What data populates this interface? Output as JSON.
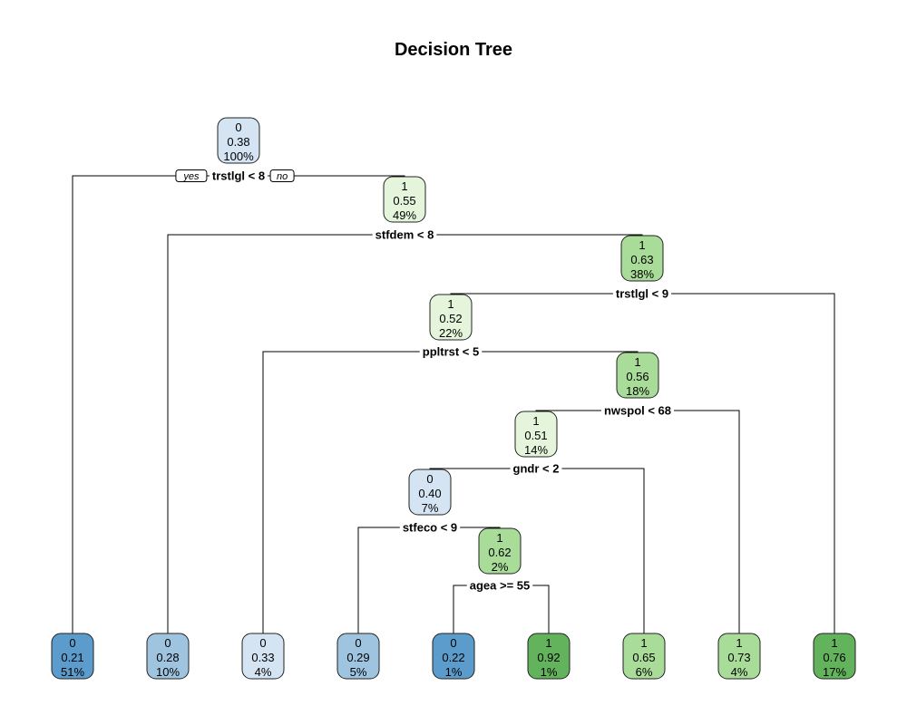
{
  "title": "Decision Tree",
  "branch_labels": {
    "yes": "yes",
    "no": "no"
  },
  "colors": {
    "class0_light": "#d4e4f3",
    "class0_mid": "#9ec4e0",
    "class0_dark": "#5c9ccc",
    "class1_light": "#e4f5dc",
    "class1_mid": "#a8dc98",
    "class1_dark": "#62b35c"
  },
  "nodes": [
    {
      "id": "root",
      "lines": [
        "0",
        "0.38",
        "100%"
      ],
      "fill": "class0_light",
      "split": "trstlgl < 8"
    },
    {
      "id": "n2",
      "lines": [
        "1",
        "0.55",
        "49%"
      ],
      "fill": "class1_light",
      "split": "stfdem < 8"
    },
    {
      "id": "n3",
      "lines": [
        "1",
        "0.63",
        "38%"
      ],
      "fill": "class1_mid",
      "split": "trstlgl < 9"
    },
    {
      "id": "n4",
      "lines": [
        "1",
        "0.52",
        "22%"
      ],
      "fill": "class1_light",
      "split": "ppltrst < 5"
    },
    {
      "id": "n5",
      "lines": [
        "1",
        "0.56",
        "18%"
      ],
      "fill": "class1_mid",
      "split": "nwspol < 68"
    },
    {
      "id": "n6",
      "lines": [
        "1",
        "0.51",
        "14%"
      ],
      "fill": "class1_light",
      "split": "gndr < 2"
    },
    {
      "id": "n7",
      "lines": [
        "0",
        "0.40",
        "7%"
      ],
      "fill": "class0_light",
      "split": "stfeco < 9"
    },
    {
      "id": "n8",
      "lines": [
        "1",
        "0.62",
        "2%"
      ],
      "fill": "class1_mid",
      "split": "agea >= 55"
    },
    {
      "id": "leaf1",
      "lines": [
        "0",
        "0.21",
        "51%"
      ],
      "fill": "class0_dark"
    },
    {
      "id": "leaf2",
      "lines": [
        "0",
        "0.28",
        "10%"
      ],
      "fill": "class0_mid"
    },
    {
      "id": "leaf3",
      "lines": [
        "0",
        "0.33",
        "4%"
      ],
      "fill": "class0_light"
    },
    {
      "id": "leaf4",
      "lines": [
        "0",
        "0.29",
        "5%"
      ],
      "fill": "class0_mid"
    },
    {
      "id": "leaf5",
      "lines": [
        "0",
        "0.22",
        "1%"
      ],
      "fill": "class0_dark"
    },
    {
      "id": "leaf6",
      "lines": [
        "1",
        "0.92",
        "1%"
      ],
      "fill": "class1_dark"
    },
    {
      "id": "leaf7",
      "lines": [
        "1",
        "0.65",
        "6%"
      ],
      "fill": "class1_mid"
    },
    {
      "id": "leaf8",
      "lines": [
        "1",
        "0.73",
        "4%"
      ],
      "fill": "class1_mid"
    },
    {
      "id": "leaf9",
      "lines": [
        "1",
        "0.76",
        "17%"
      ],
      "fill": "class1_dark"
    }
  ],
  "edges": [
    {
      "from": "root",
      "to": "leaf1"
    },
    {
      "from": "root",
      "to": "n2"
    },
    {
      "from": "n2",
      "to": "leaf2"
    },
    {
      "from": "n2",
      "to": "n3"
    },
    {
      "from": "n3",
      "to": "n4"
    },
    {
      "from": "n3",
      "to": "leaf9"
    },
    {
      "from": "n4",
      "to": "leaf3"
    },
    {
      "from": "n4",
      "to": "n5"
    },
    {
      "from": "n5",
      "to": "n6"
    },
    {
      "from": "n5",
      "to": "leaf8"
    },
    {
      "from": "n6",
      "to": "n7"
    },
    {
      "from": "n6",
      "to": "leaf7"
    },
    {
      "from": "n7",
      "to": "leaf4"
    },
    {
      "from": "n7",
      "to": "n8"
    },
    {
      "from": "n8",
      "to": "leaf5"
    },
    {
      "from": "n8",
      "to": "leaf6"
    }
  ]
}
